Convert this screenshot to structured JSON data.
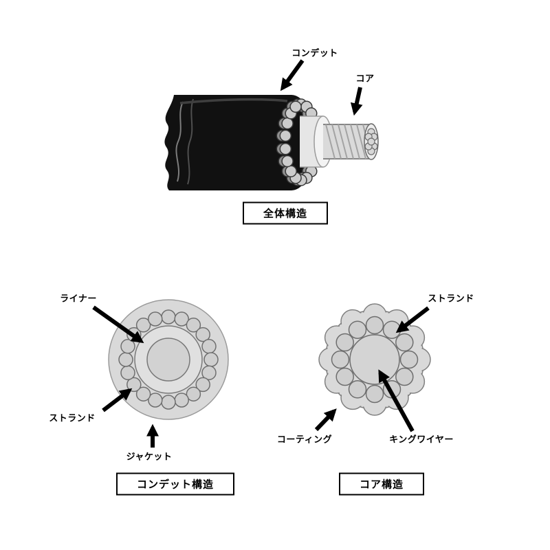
{
  "colors": {
    "background": "#ffffff",
    "ink": "#000000",
    "cable_black": "#111111",
    "metal_light": "#d9d9d9",
    "metal_mid": "#cfcfcf",
    "metal_dark": "#8f8f8f"
  },
  "overall_structure": {
    "caption": "全体構造",
    "labels": {
      "conduit": "コンデット",
      "core": "コア"
    }
  },
  "conduit_structure": {
    "caption": "コンデット構造",
    "labels": {
      "liner": "ライナー",
      "strand": "ストランド",
      "jacket": "ジャケット"
    }
  },
  "core_structure": {
    "caption": "コア構造",
    "labels": {
      "strand": "ストランド",
      "coating": "コーティング",
      "king_wire": "キングワイヤー"
    }
  }
}
